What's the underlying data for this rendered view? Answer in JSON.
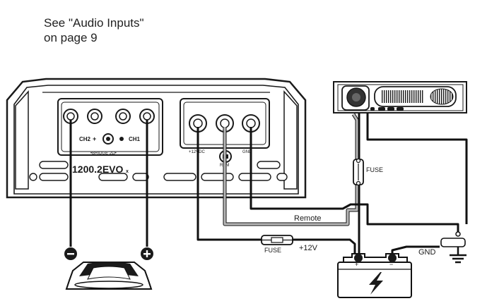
{
  "note": {
    "line1": "See \"Audio Inputs\"",
    "line2": "on page 9"
  },
  "amplifier": {
    "model": "1200.2EVO",
    "model_suffix": "x",
    "ch2_label": "CH2",
    "ch1_label": "CH1",
    "plus_sign": "+",
    "minus_sign": "−",
    "bridge_label": "•BRIDGE 2Ω•",
    "power_label": "+12VDC",
    "rem_label": "REM",
    "gnd_label": "GND"
  },
  "labels": {
    "fuse_headunit": "FUSE",
    "fuse_main": "FUSE",
    "remote": "Remote",
    "plus12v": "+12V",
    "gnd": "GND"
  },
  "colors": {
    "wire_power": "#111111",
    "wire_remote": "#9a9a9a",
    "outline": "#1a1a1a"
  },
  "icons": [
    "speaker-icon",
    "battery-icon",
    "ground-symbol-icon",
    "fuse-icon",
    "head-unit-icon",
    "lightning-bolt-icon"
  ]
}
